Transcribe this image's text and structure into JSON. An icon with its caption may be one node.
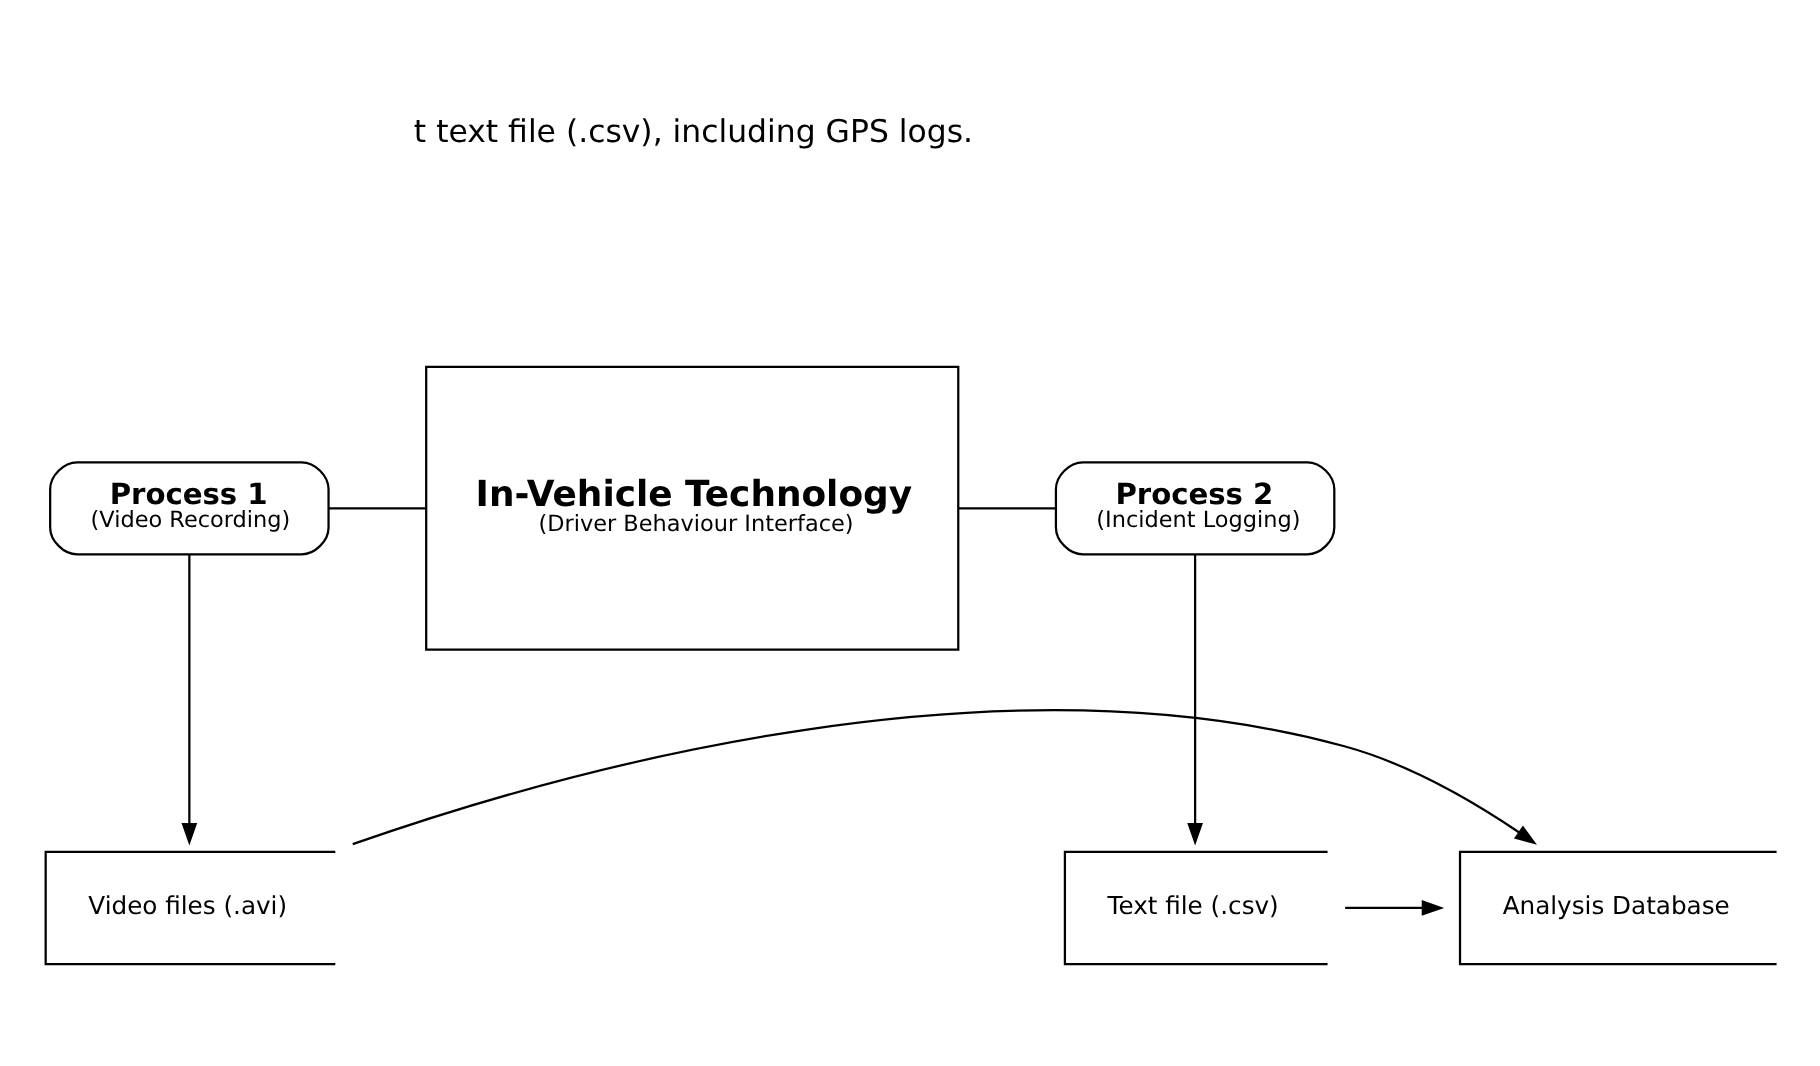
{
  "diagram": {
    "nodes": [
      {
        "text": [
          "Process 1",
          "(Video Recording)"
        ]
      },
      {
        "text": [
          "In-Vehicle Technology",
          "(Driver Behaviour Interface)"
        ]
      },
      {
        "text": [
          "Process 2",
          "(Incident Logging)"
        ]
      },
      {
        "text": [
          "Video files (.avi)"
        ]
      },
      {
        "text": [
          "Analysis Database"
        ]
      },
      {
        "text": [
          "Text file (.csv)"
        ]
      }
    ],
    "edges": [
      {
        "from": 0,
        "to": 1,
        "arrow": "none"
      },
      {
        "from": 1,
        "to": 2,
        "arrow": "none"
      },
      {
        "from": 0,
        "to": 3,
        "arrow": "to"
      },
      {
        "from": 2,
        "to": 5,
        "arrow": "to"
      },
      {
        "from": 3,
        "to": 4,
        "arrow": "to"
      },
      {
        "from": 5,
        "to": 4,
        "arrow": "to"
      }
    ],
    "labels": [
      "t text file (.csv), including GPS logs."
    ]
  }
}
